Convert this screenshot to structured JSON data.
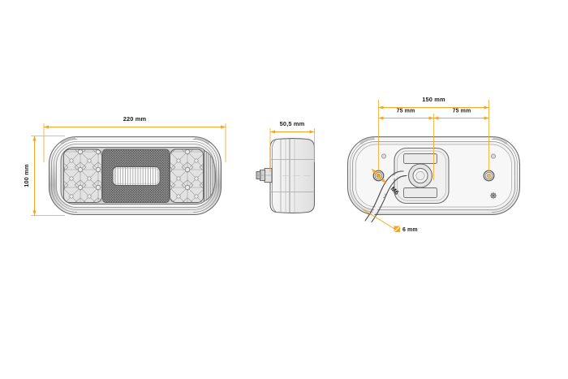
{
  "drawing": {
    "title": "LED rear combination lamp technical dimension drawing",
    "background_color": "#ffffff",
    "dimension_line_color": "#f5a623",
    "dimension_text_color": "#1b1b1b",
    "outline_color": "#6f6f6f"
  },
  "views": {
    "front": {
      "name": "front-view",
      "dimensions": {
        "width_label": "220 mm",
        "height_label": "100 mm"
      }
    },
    "side": {
      "name": "side-view",
      "dimensions": {
        "depth_label": "50,5 mm"
      }
    },
    "rear": {
      "name": "rear-view",
      "dimensions": {
        "overall_label": "150 mm",
        "left_span_label": "75 mm",
        "right_span_label": "75 mm"
      },
      "callouts": {
        "bolt_thread_label": "M6",
        "cable_diameter_symbol": "⌀",
        "cable_diameter_label": "6 mm"
      }
    }
  }
}
